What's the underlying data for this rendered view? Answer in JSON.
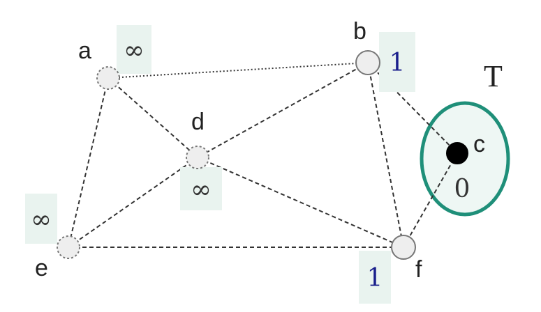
{
  "colors": {
    "edge": "#333333",
    "node_fill": "#eeeeee",
    "node_stroke": "#777777",
    "source_fill": "#000000",
    "value_box": "#e9f3ef",
    "infinity_text": "#333333",
    "finite_text": "#1a1f8c",
    "set_ring": "#1f8f79",
    "set_fill": "#eef7f4"
  },
  "set_label": "T",
  "nodes": [
    {
      "id": "a",
      "label": "a",
      "distance": "∞",
      "kind": "unvisited"
    },
    {
      "id": "b",
      "label": "b",
      "distance": "1",
      "kind": "tentative"
    },
    {
      "id": "c",
      "label": "c",
      "distance": "0",
      "kind": "source"
    },
    {
      "id": "d",
      "label": "d",
      "distance": "∞",
      "kind": "unvisited"
    },
    {
      "id": "e",
      "label": "e",
      "distance": "∞",
      "kind": "unvisited"
    },
    {
      "id": "f",
      "label": "f",
      "distance": "1",
      "kind": "tentative"
    }
  ],
  "edges": [
    {
      "from": "a",
      "to": "b",
      "style": "dotted"
    },
    {
      "from": "a",
      "to": "d",
      "style": "dashed"
    },
    {
      "from": "a",
      "to": "e",
      "style": "dashed"
    },
    {
      "from": "b",
      "to": "d",
      "style": "dashed"
    },
    {
      "from": "b",
      "to": "c",
      "style": "dashed"
    },
    {
      "from": "b",
      "to": "f",
      "style": "dashed"
    },
    {
      "from": "d",
      "to": "e",
      "style": "dashed"
    },
    {
      "from": "d",
      "to": "f",
      "style": "dashed"
    },
    {
      "from": "e",
      "to": "f",
      "style": "dashed"
    },
    {
      "from": "c",
      "to": "f",
      "style": "dashed"
    }
  ]
}
